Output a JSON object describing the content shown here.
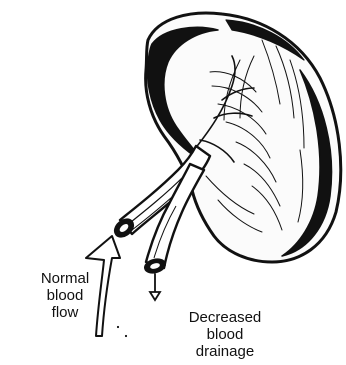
{
  "labels": {
    "normal_flow": [
      "Normal",
      "blood",
      "flow"
    ],
    "decreased_drainage": [
      "Decreased",
      "blood",
      "drainage"
    ]
  },
  "colors": {
    "ink": "#111111",
    "background": "#ffffff"
  }
}
